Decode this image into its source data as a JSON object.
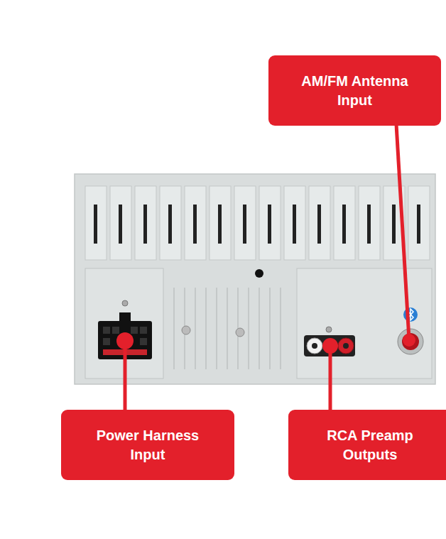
{
  "diagram": {
    "nodes": [
      {
        "text": [
          "AM/FM Antenna Input"
        ]
      },
      {
        "text": [
          "Power Harness Input"
        ]
      },
      {
        "text": [
          "RCA Preamp Outputs"
        ]
      }
    ]
  }
}
